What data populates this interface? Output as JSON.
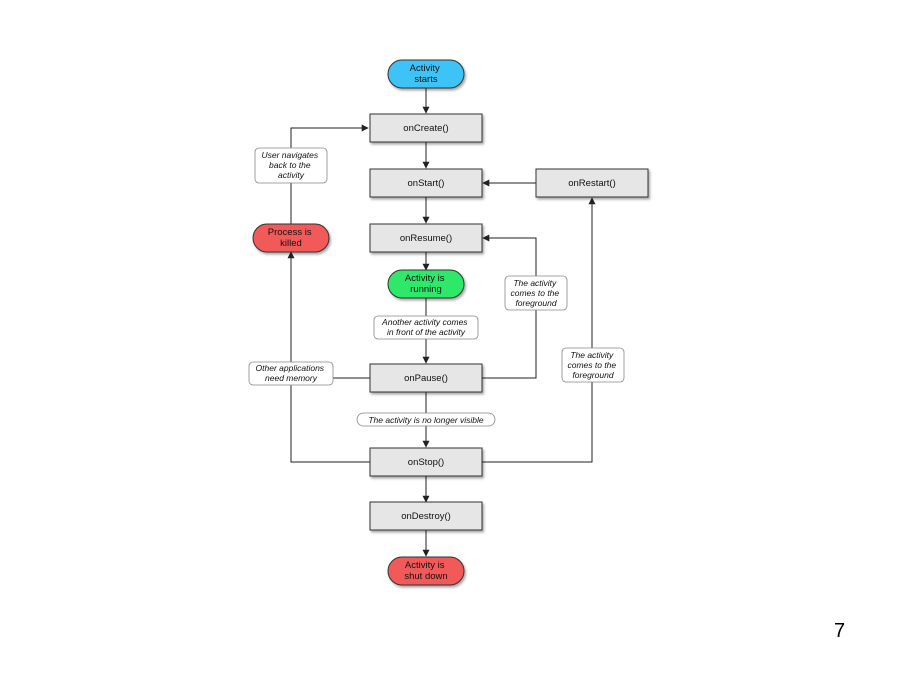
{
  "page_number": "7",
  "nodes": {
    "activity_starts": [
      "Activity",
      "starts"
    ],
    "on_create": [
      "onCreate()"
    ],
    "on_start": [
      "onStart()"
    ],
    "on_restart": [
      "onRestart()"
    ],
    "on_resume": [
      "onResume()"
    ],
    "activity_running": [
      "Activity is",
      "running"
    ],
    "on_pause": [
      "onPause()"
    ],
    "on_stop": [
      "onStop()"
    ],
    "on_destroy": [
      "onDestroy()"
    ],
    "activity_shut_down": [
      "Activity is",
      "shut down"
    ],
    "process_killed": [
      "Process is",
      "killed"
    ]
  },
  "notes": {
    "user_navigates_back": [
      "User navigates",
      "back to the",
      "activity"
    ],
    "comes_to_foreground_1": [
      "The activity",
      "comes to the",
      "foreground"
    ],
    "another_activity_front": [
      "Another activity comes",
      "in front of the activity"
    ],
    "other_apps_need_memory": [
      "Other applications",
      "need memory"
    ],
    "comes_to_foreground_2": [
      "The activity",
      "comes to the",
      "foreground"
    ],
    "no_longer_visible": [
      "The activity is no longer visible"
    ]
  },
  "colors": {
    "start_fill": "#3ec3f5",
    "running_fill": "#2ee86a",
    "killed_fill": "#f25a5a",
    "method_fill": "#e6e6e6",
    "line": "#222222"
  }
}
